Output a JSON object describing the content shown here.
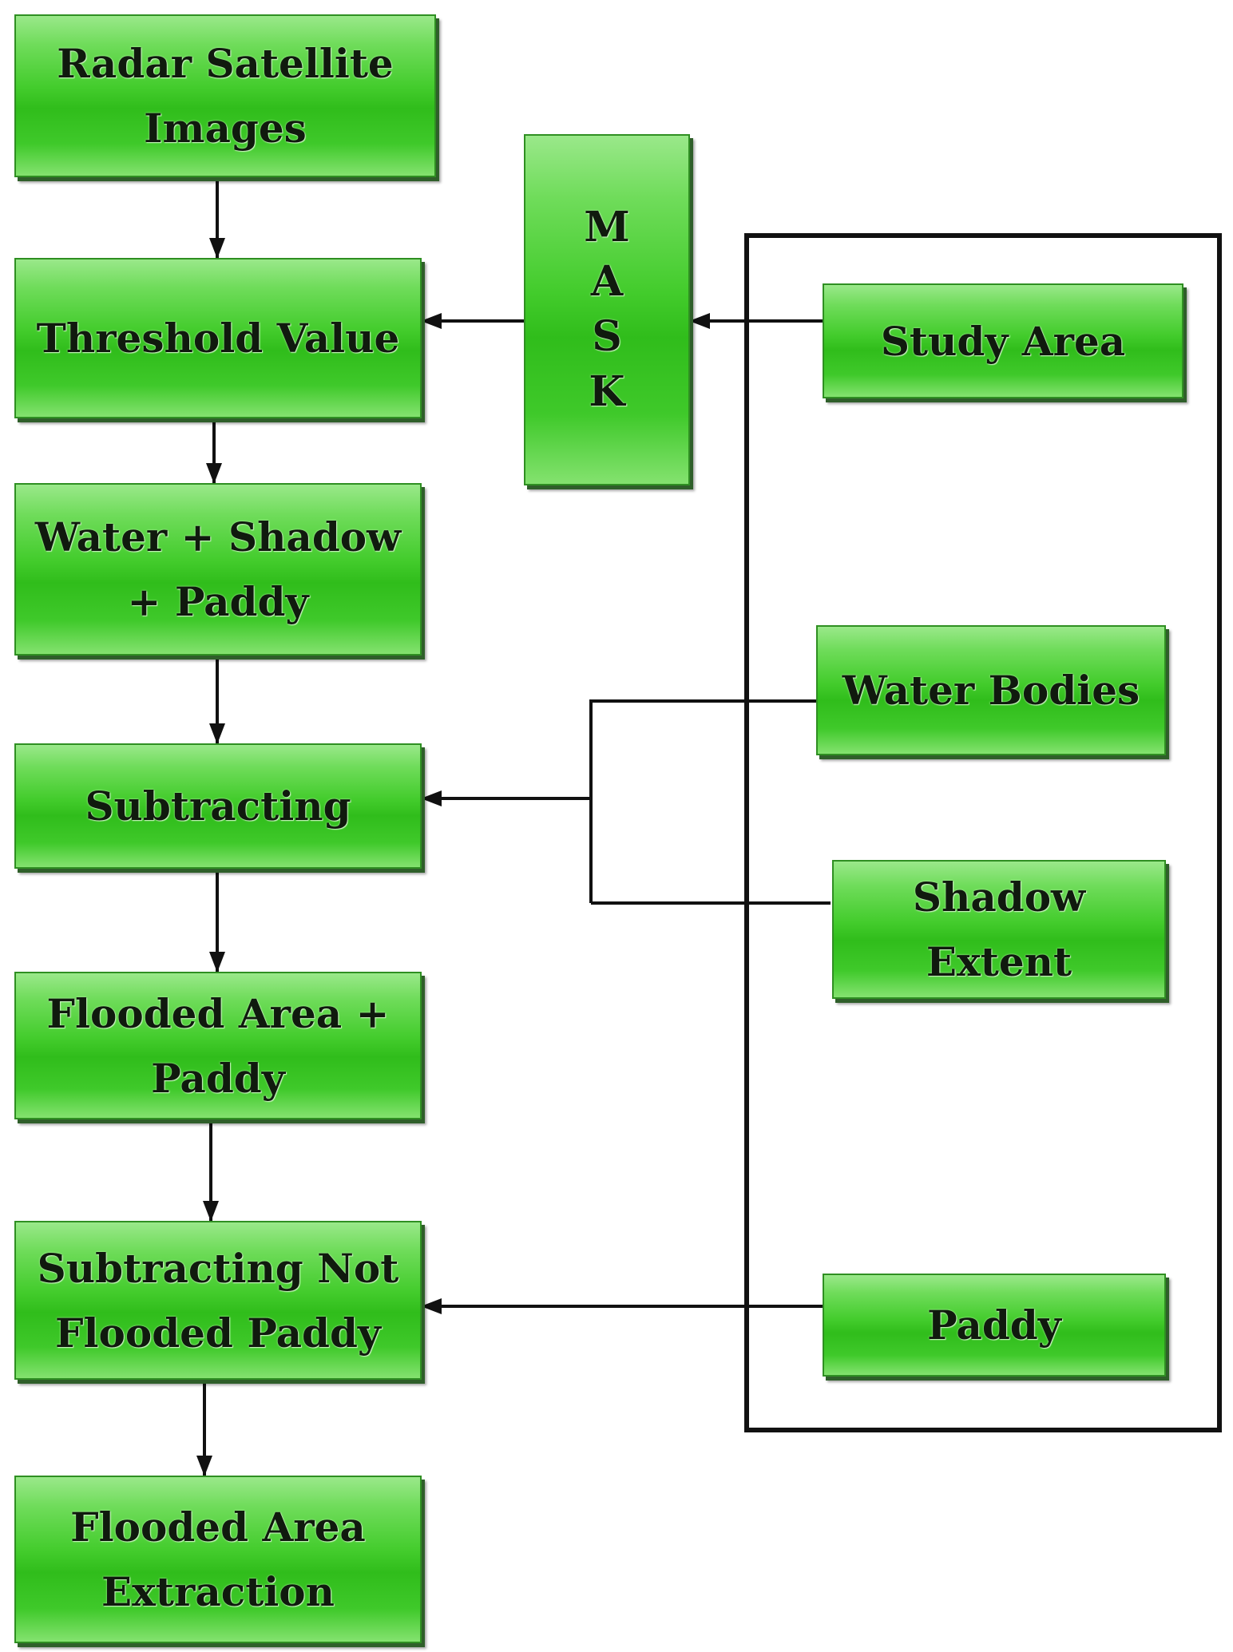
{
  "nodes": {
    "radar_satellite_images": "Radar Satellite\nImages",
    "threshold_value": "Threshold Value",
    "water_shadow_paddy": "Water + Shadow\n+ Paddy",
    "subtracting": "Subtracting",
    "flooded_area_paddy": "Flooded Area +\nPaddy",
    "subtracting_not_flooded_paddy": "Subtracting Not\nFlooded Paddy",
    "flooded_area_extraction": "Flooded Area\nExtraction",
    "mask": "M\nA\nS\nK",
    "study_area": "Study Area",
    "water_bodies": "Water Bodies",
    "shadow_extent": "Shadow\nExtent",
    "paddy": "Paddy"
  },
  "colors": {
    "box_fill": "#43cc2c",
    "box_border": "#2f8f22",
    "text": "#101a0e",
    "lines": "#111111"
  }
}
